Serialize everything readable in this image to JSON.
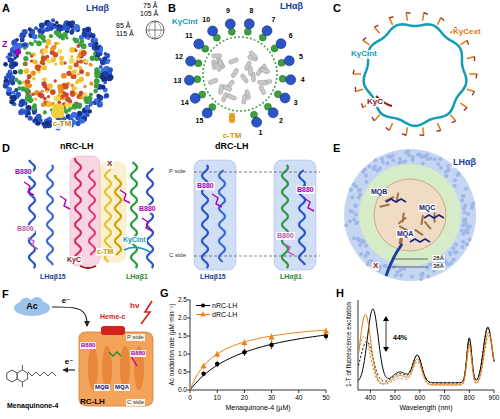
{
  "diagram": {
    "nodes": [
      {
        "text": [
          "Ac"
        ]
      },
      {
        "text": [
          "RC-LH"
        ]
      },
      {
        "text": [
          "Menaquinone-4"
        ]
      }
    ],
    "edges": [
      {
        "from": 0,
        "to": 1,
        "label": "e⁻",
        "arrow": "to"
      },
      {
        "from": 1,
        "to": 2,
        "label": "e⁻",
        "arrow": "to"
      }
    ],
    "labels": [
      "A",
      "LHαβ",
      "Z",
      "c-TM",
      "75 Å",
      "105 Å",
      "85 Å",
      "115 Å",
      "B",
      "LHαβ",
      "KyCint",
      "1",
      "2",
      "3",
      "4",
      "5",
      "6",
      "7",
      "8",
      "9",
      "10",
      "11",
      "12",
      "13",
      "14",
      "15",
      "c-TM",
      "C",
      "KyCext",
      "KyCint",
      "KyC",
      "D",
      "nRC-LH",
      "B880",
      "X",
      "B880",
      "B800",
      "c-TM",
      "KyCint",
      "KyC",
      "LHαβ15",
      "LHαβ1",
      "dRC-LH",
      "P side",
      "C side",
      "B880",
      "B880",
      "B800",
      "LHαβ15",
      "LHαβ1",
      "E",
      "LHαβ",
      "MQB",
      "MQC",
      "MQA",
      "X",
      "28Å",
      "38Å",
      "F",
      "Heme-c",
      "hν",
      "P side",
      "C side",
      "B880",
      "B880",
      "MQB",
      "MQA",
      "G",
      "Ac oxidation rate (µM·min⁻¹)",
      "0.0",
      "0.5",
      "1.0",
      "1.5",
      "2.0",
      "2.5",
      "0",
      "10",
      "20",
      "30",
      "40",
      "50",
      "Menaquinone-4 (µM)",
      "H",
      "1-T of fluorescence excitation",
      "44%",
      "400",
      "500",
      "600",
      "700",
      "800",
      "900",
      "Wavelength (nm)"
    ],
    "legend": [
      {
        "text": "nRC-LH"
      },
      {
        "text": "dRC-LH"
      }
    ]
  }
}
